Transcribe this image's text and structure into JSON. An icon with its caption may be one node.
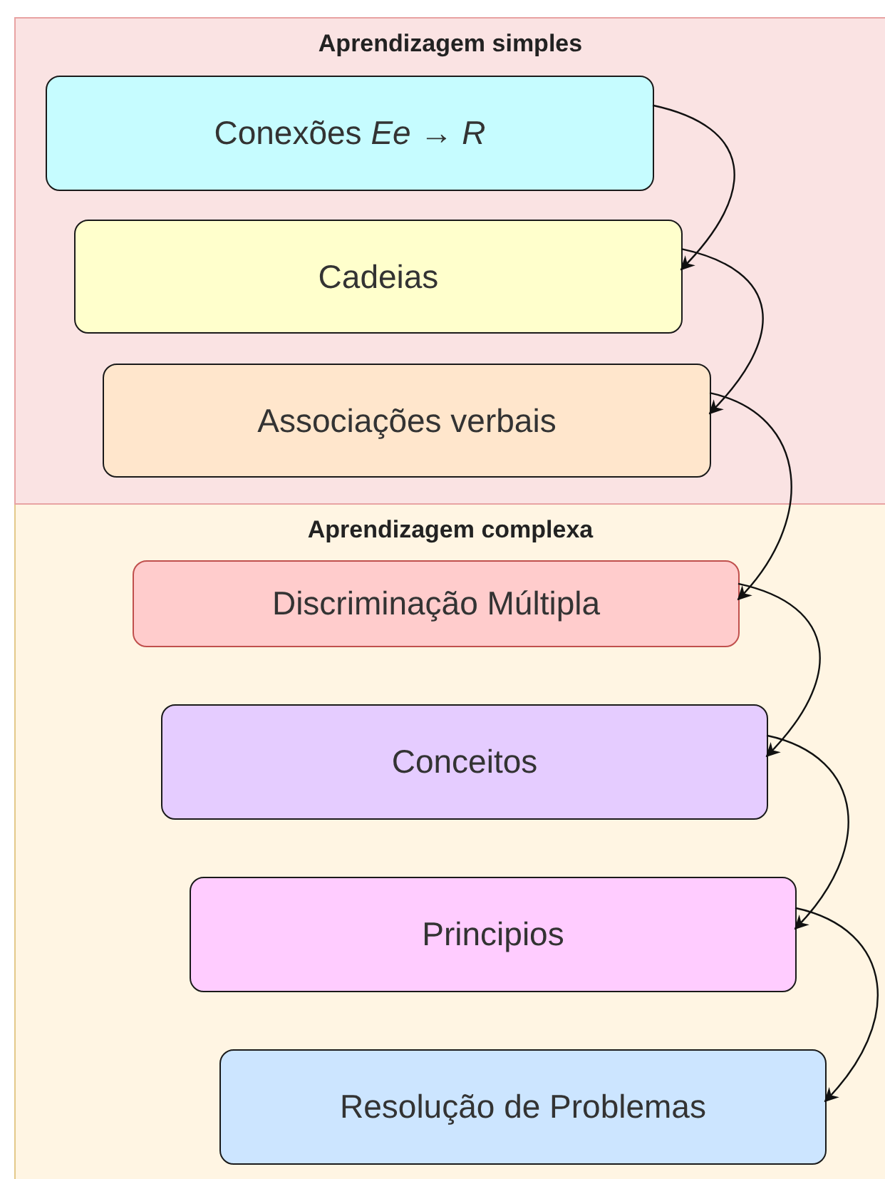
{
  "diagram": {
    "nodes": [
      {
        "text": [
          "Aprendizagem simples"
        ]
      },
      {
        "text": [
          "Conexões *Ee* → *R*"
        ],
        "in": 0
      },
      {
        "text": [
          "Cadeias"
        ],
        "in": 0
      },
      {
        "text": [
          "Associações verbais"
        ],
        "in": 0
      },
      {
        "text": [
          "Aprendizagem complexa"
        ]
      },
      {
        "text": [
          "Discriminação Múltipla"
        ],
        "in": 4
      },
      {
        "text": [
          "Conceitos"
        ],
        "in": 4
      },
      {
        "text": [
          "Principios"
        ],
        "in": 4
      },
      {
        "text": [
          "Resolução de Problemas"
        ],
        "in": 4
      }
    ],
    "edges": [
      {
        "from": 1,
        "to": 2,
        "arrow": "to"
      },
      {
        "from": 2,
        "to": 3,
        "arrow": "to"
      },
      {
        "from": 3,
        "to": 5,
        "arrow": "to"
      },
      {
        "from": 5,
        "to": 6,
        "arrow": "to"
      },
      {
        "from": 6,
        "to": 7,
        "arrow": "to"
      },
      {
        "from": 7,
        "to": 8,
        "arrow": "to"
      }
    ]
  }
}
